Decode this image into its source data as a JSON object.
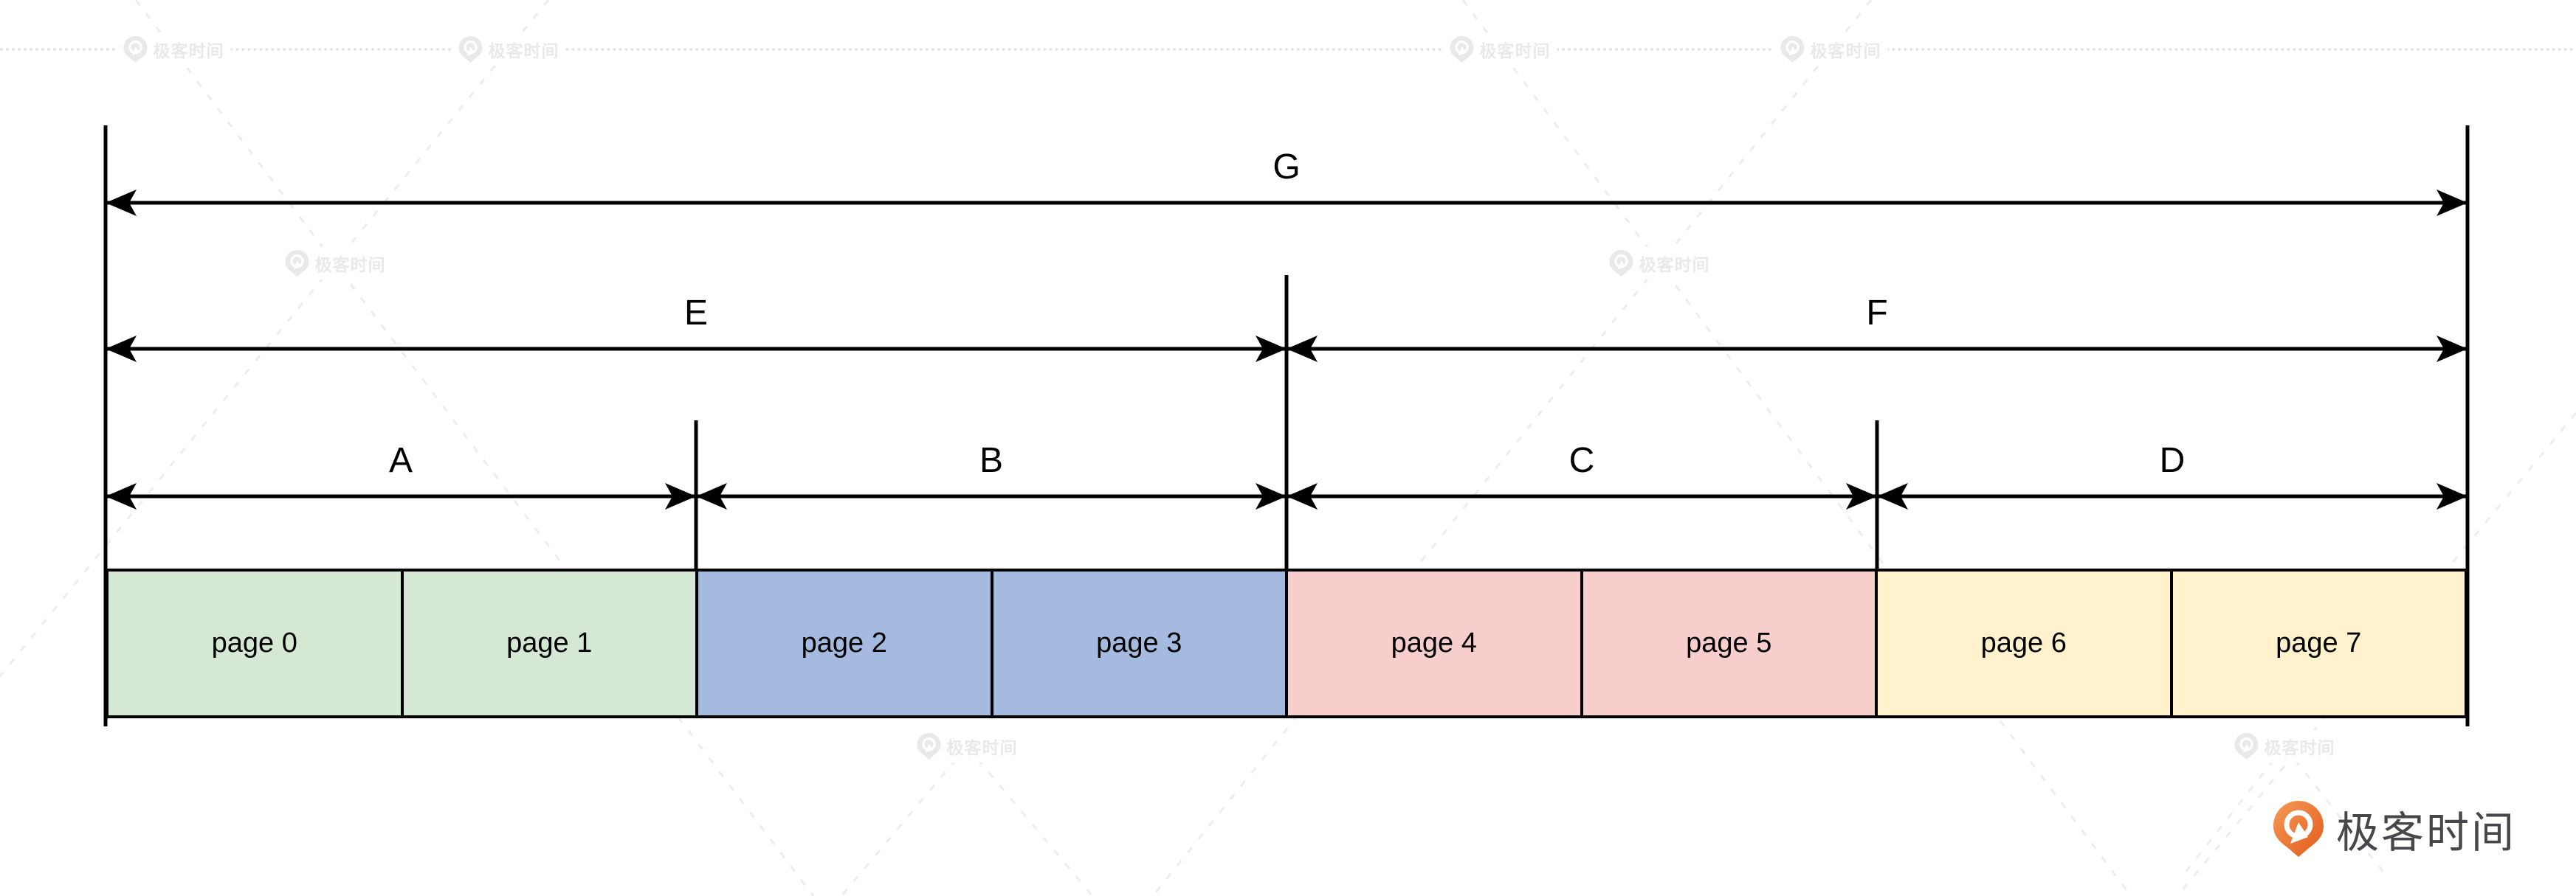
{
  "watermark": {
    "brand": "极客时间",
    "text_color": "#e9e9e9",
    "dot_color": "#e4e4e4"
  },
  "logo": {
    "text": "极客时间",
    "orange": "#ed6a1c",
    "text_color": "#45474b"
  },
  "diagram": {
    "line_color": "#000000",
    "pages": [
      {
        "label": "page 0",
        "color": "#d5e8d4"
      },
      {
        "label": "page 1",
        "color": "#d5e8d4"
      },
      {
        "label": "page 2",
        "color": "#a4bbdf"
      },
      {
        "label": "page 3",
        "color": "#a4bbdf"
      },
      {
        "label": "page 4",
        "color": "#f8cecc"
      },
      {
        "label": "page 5",
        "color": "#f8cecc"
      },
      {
        "label": "page 6",
        "color": "#fff2cc"
      },
      {
        "label": "page 7",
        "color": "#fff2cc"
      }
    ],
    "spans": [
      {
        "label": "G",
        "row": 0,
        "from_page": 0,
        "to_page": 8
      },
      {
        "label": "E",
        "row": 1,
        "from_page": 0,
        "to_page": 4
      },
      {
        "label": "F",
        "row": 1,
        "from_page": 4,
        "to_page": 8
      },
      {
        "label": "A",
        "row": 2,
        "from_page": 0,
        "to_page": 2
      },
      {
        "label": "B",
        "row": 2,
        "from_page": 2,
        "to_page": 4
      },
      {
        "label": "C",
        "row": 2,
        "from_page": 4,
        "to_page": 6
      },
      {
        "label": "D",
        "row": 2,
        "from_page": 6,
        "to_page": 8
      }
    ]
  }
}
